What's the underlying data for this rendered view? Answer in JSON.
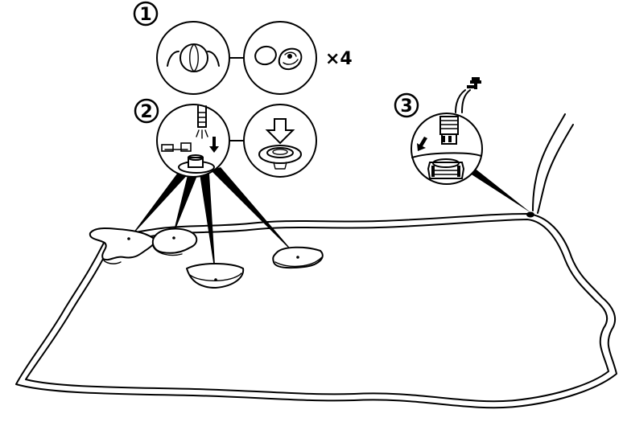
{
  "steps": {
    "step1": {
      "number": "1",
      "quantity": "×4"
    },
    "step2": {
      "number": "2"
    },
    "step3": {
      "number": "3"
    }
  }
}
